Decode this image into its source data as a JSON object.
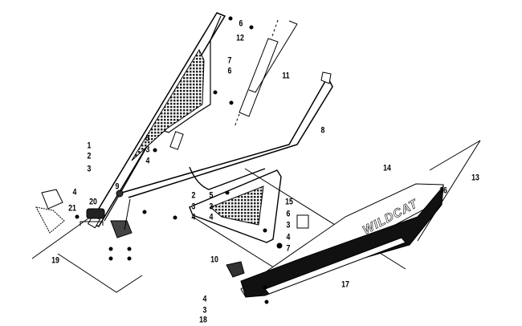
{
  "diagram": {
    "type": "exploded-parts-diagram",
    "brand_decal": "WILDCAT",
    "callouts": [
      "6",
      "12",
      "7",
      "6",
      "11",
      "8",
      "5",
      "3",
      "4",
      "1",
      "2",
      "3",
      "4",
      "9",
      "14",
      "13",
      "16",
      "2",
      "3",
      "4",
      "5",
      "3",
      "4",
      "15",
      "6",
      "3",
      "4",
      "7",
      "21",
      "20",
      "19",
      "10",
      "17",
      "4",
      "3",
      "18"
    ]
  }
}
